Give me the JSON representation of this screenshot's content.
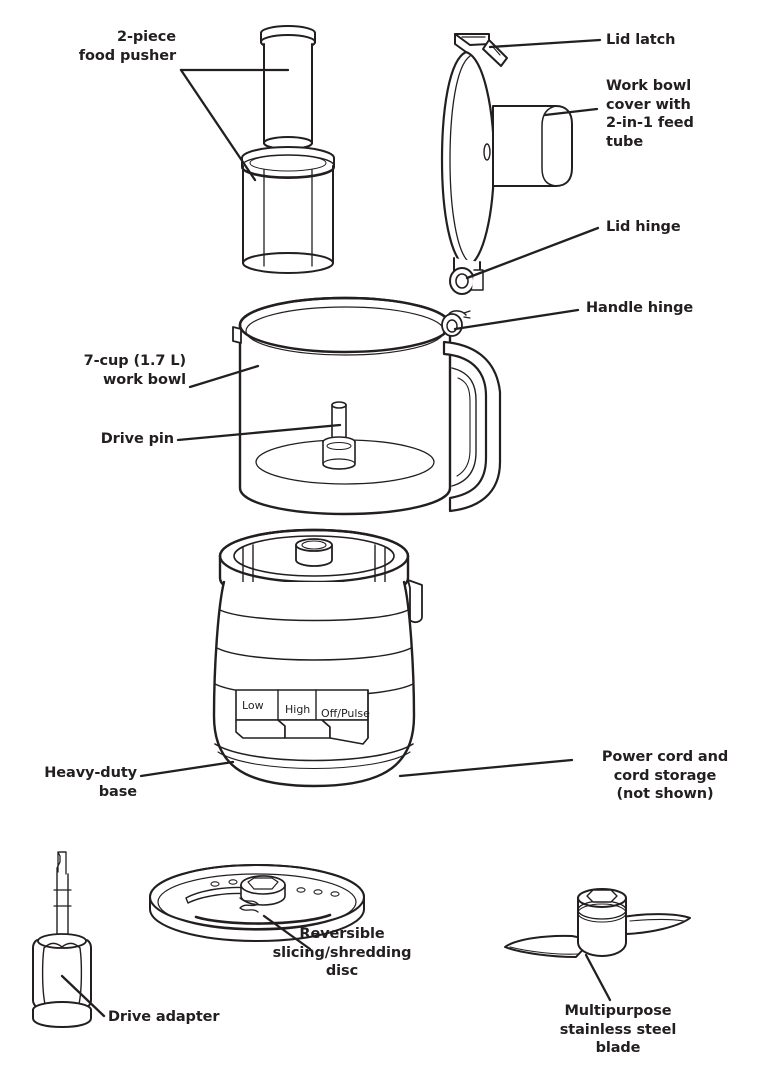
{
  "diagram": {
    "title": "Food processor parts and features",
    "ink_color": "#231f20",
    "background_color": "#ffffff"
  },
  "labels": [
    {
      "id": "food-pusher",
      "text": "2-piece\nfood pusher"
    },
    {
      "id": "lid-latch",
      "text": "Lid latch"
    },
    {
      "id": "work-bowl-cover",
      "text": "Work bowl\ncover with\n2-in-1 feed\ntube"
    },
    {
      "id": "lid-hinge",
      "text": "Lid hinge"
    },
    {
      "id": "handle-hinge",
      "text": "Handle hinge"
    },
    {
      "id": "work-bowl",
      "text": "7-cup (1.7 L)\nwork bowl"
    },
    {
      "id": "drive-pin",
      "text": "Drive pin"
    },
    {
      "id": "heavy-duty-base",
      "text": "Heavy-duty\nbase"
    },
    {
      "id": "power-cord",
      "text": "Power cord and\ncord storage\n(not shown)"
    },
    {
      "id": "drive-adapter",
      "text": "Drive adapter"
    },
    {
      "id": "slicing-disc",
      "text": "Reversible\nslicing/shredding\ndisc"
    },
    {
      "id": "blade",
      "text": "Multipurpose\nstainless steel\nblade"
    }
  ],
  "controls": {
    "low_label": "Low",
    "high_label": "High",
    "off_pulse_label": "Off/Pulse"
  }
}
